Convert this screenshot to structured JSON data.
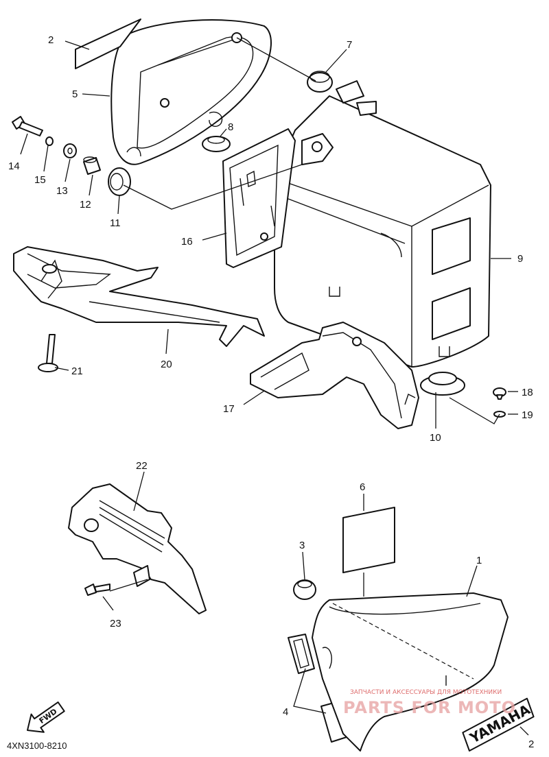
{
  "callouts": [
    {
      "id": "c2a",
      "text": "2"
    },
    {
      "id": "c5",
      "text": "5"
    },
    {
      "id": "c7",
      "text": "7"
    },
    {
      "id": "c8",
      "text": "8"
    },
    {
      "id": "c14",
      "text": "14"
    },
    {
      "id": "c15",
      "text": "15"
    },
    {
      "id": "c13",
      "text": "13"
    },
    {
      "id": "c12",
      "text": "12"
    },
    {
      "id": "c11",
      "text": "11"
    },
    {
      "id": "c16",
      "text": "16"
    },
    {
      "id": "c9",
      "text": "9"
    },
    {
      "id": "c20",
      "text": "20"
    },
    {
      "id": "c21",
      "text": "21"
    },
    {
      "id": "c17",
      "text": "17"
    },
    {
      "id": "c10",
      "text": "10"
    },
    {
      "id": "c18",
      "text": "18"
    },
    {
      "id": "c19",
      "text": "19"
    },
    {
      "id": "c22",
      "text": "22"
    },
    {
      "id": "c6",
      "text": "6"
    },
    {
      "id": "c3",
      "text": "3"
    },
    {
      "id": "c1",
      "text": "1"
    },
    {
      "id": "c23",
      "text": "23"
    },
    {
      "id": "c4",
      "text": "4"
    },
    {
      "id": "c2b",
      "text": "2"
    }
  ],
  "fwd_label": "FWD",
  "diagram_code": "4XN3100-8210",
  "brand_decal_text": "YAMAHA",
  "watermark": {
    "line1": "ЗАПЧАСТИ И АКСЕССУАРЫ ДЛЯ МОТОТЕХНИКИ",
    "logo": "PARTS FOR MOTO"
  }
}
